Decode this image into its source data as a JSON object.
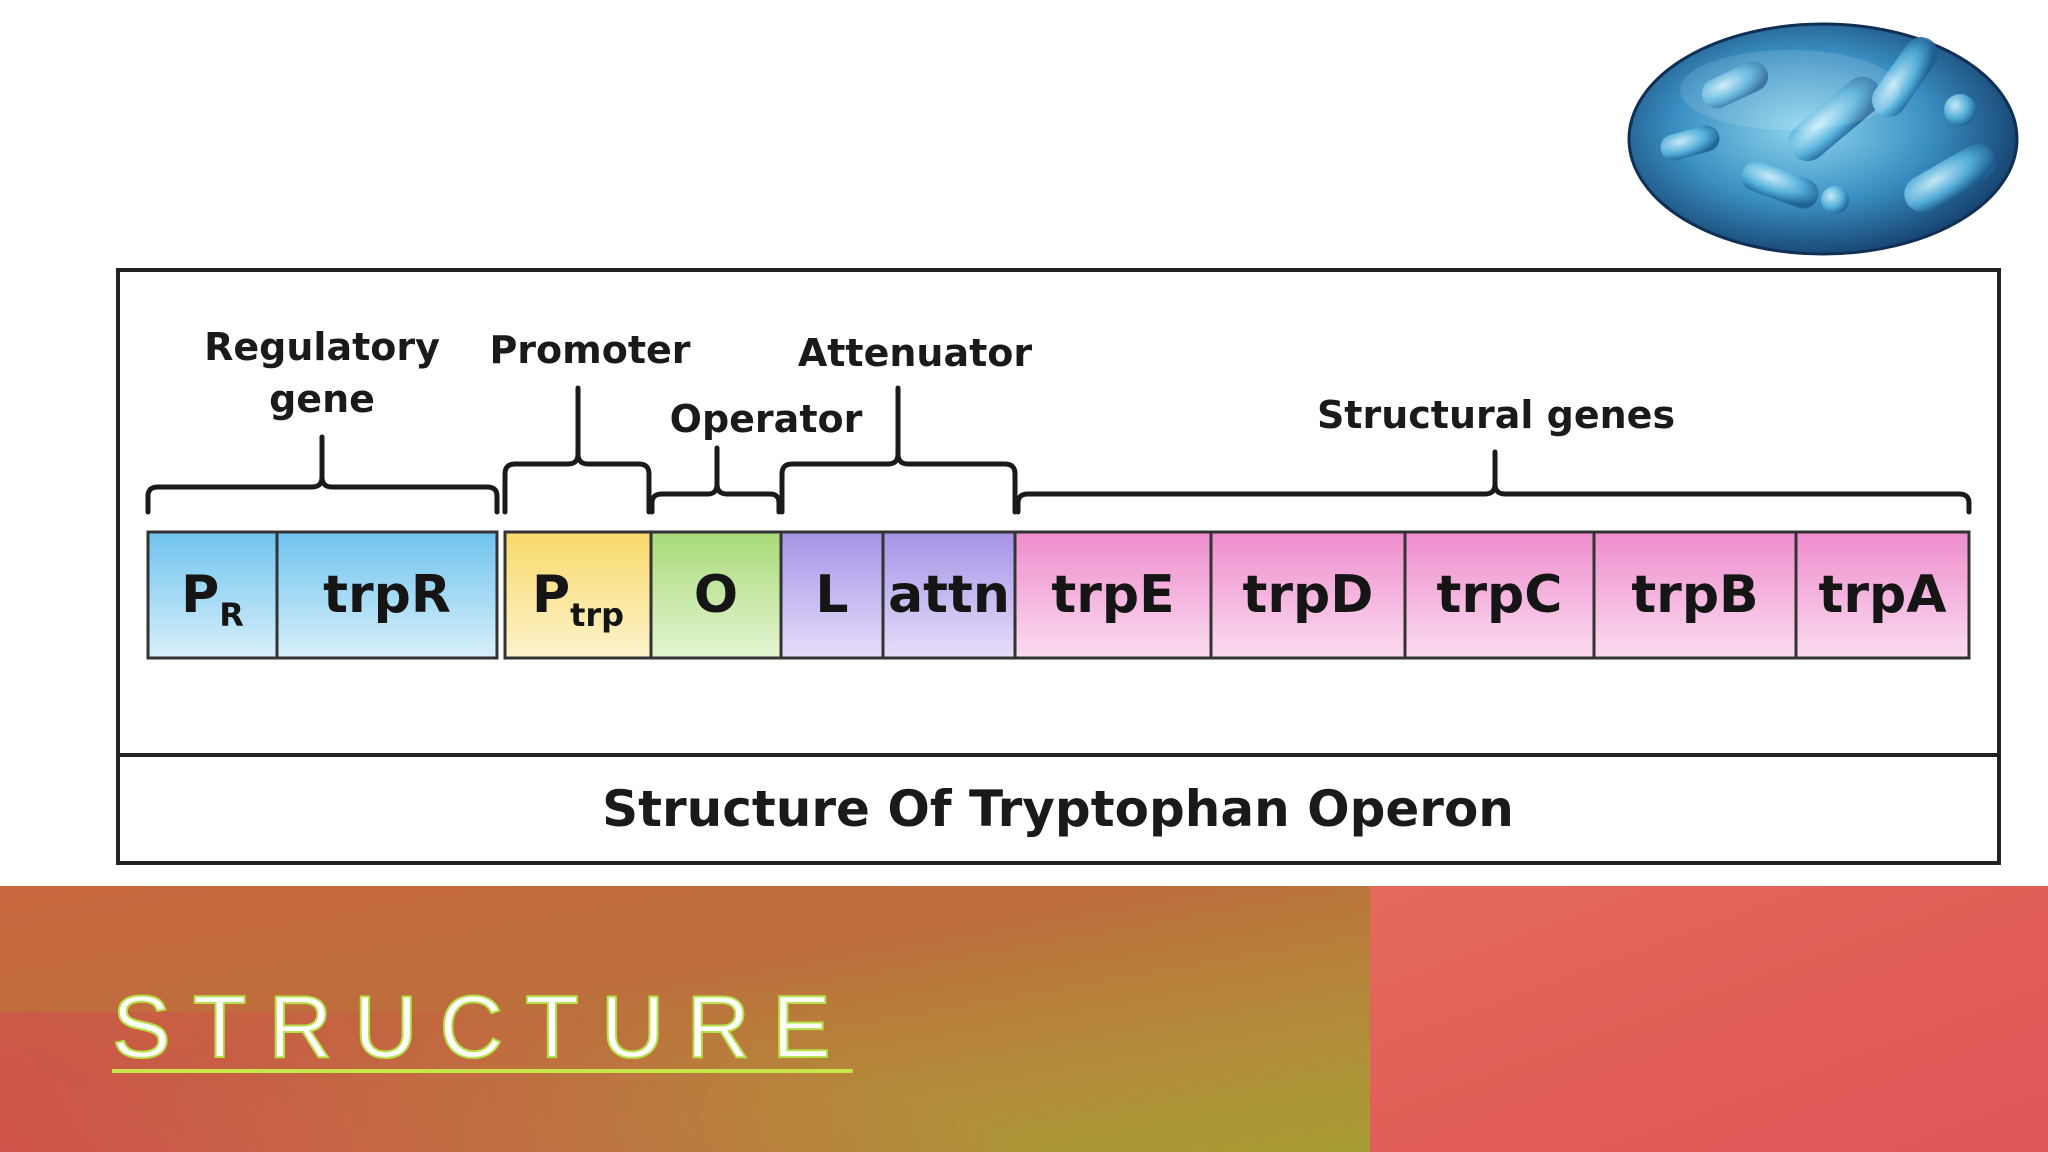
{
  "slide": {
    "title": "STRUCTURE"
  },
  "diagram": {
    "caption": "Structure Of Tryptophan Operon",
    "regions": {
      "regulatory_gene_line1": "Regulatory",
      "regulatory_gene_line2": "gene",
      "promoter": "Promoter",
      "operator": "Operator",
      "attenuator": "Attenuator",
      "structural_genes": "Structural genes"
    },
    "segments": [
      {
        "id": "pr",
        "main": "P",
        "sub": "R",
        "color": "#8fd0f0"
      },
      {
        "id": "trpR",
        "main": "trpR",
        "sub": "",
        "color": "#8fd0f0"
      },
      {
        "id": "ptrp",
        "main": "P",
        "sub": "trp",
        "color": "#f7df86"
      },
      {
        "id": "o",
        "main": "O",
        "sub": "",
        "color": "#b6e08e"
      },
      {
        "id": "l",
        "main": "L",
        "sub": "",
        "color": "#b9a6ea"
      },
      {
        "id": "attn",
        "main": "attn",
        "sub": "",
        "color": "#b9a6ea"
      },
      {
        "id": "trpE",
        "main": "trpE",
        "sub": "",
        "color": "#f29fd6"
      },
      {
        "id": "trpD",
        "main": "trpD",
        "sub": "",
        "color": "#f29fd6"
      },
      {
        "id": "trpC",
        "main": "trpC",
        "sub": "",
        "color": "#f29fd6"
      },
      {
        "id": "trpB",
        "main": "trpB",
        "sub": "",
        "color": "#f29fd6"
      },
      {
        "id": "trpA",
        "main": "trpA",
        "sub": "",
        "color": "#f29fd6"
      }
    ]
  },
  "colors": {
    "banner_left": "#c06d3c",
    "banner_right": "#e25c58",
    "title_outline": "#b5e24a"
  },
  "decor": {
    "image_icon": "bacteria-oval-image"
  }
}
